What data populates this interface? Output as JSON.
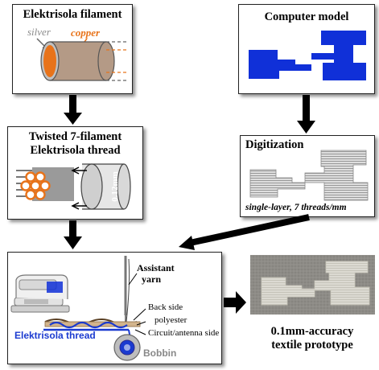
{
  "filament_box": {
    "title": "Elektrisola filament",
    "silver_label": "silver",
    "copper_label": "copper"
  },
  "model_box": {
    "title": "Computer model"
  },
  "twisted_box": {
    "title_line1": "Twisted 7-filament",
    "title_line2": "Elektrisola thread",
    "diameter_label": "0.12mm"
  },
  "digitization_box": {
    "title": "Digitization",
    "caption": "single-layer, 7 threads/mm"
  },
  "embroidery_box": {
    "assistant_label_line1": "Assistant",
    "assistant_label_line2": "yarn",
    "back_side_label": "Back side",
    "polyester_label": "polyester",
    "circuit_label": "Circuit/antenna side",
    "thread_label": "Elektrisola thread",
    "bobbin_label": "Bobbin"
  },
  "prototype": {
    "caption_line1": "0.1mm-accuracy",
    "caption_line2": "textile prototype"
  },
  "colors": {
    "copper": "#e8731a",
    "silver": "#8a8a8a",
    "model_blue": "#1030d8",
    "thread_blue": "#1a3ad0",
    "bobbin_gray": "#888888",
    "arrow": "#000000"
  }
}
